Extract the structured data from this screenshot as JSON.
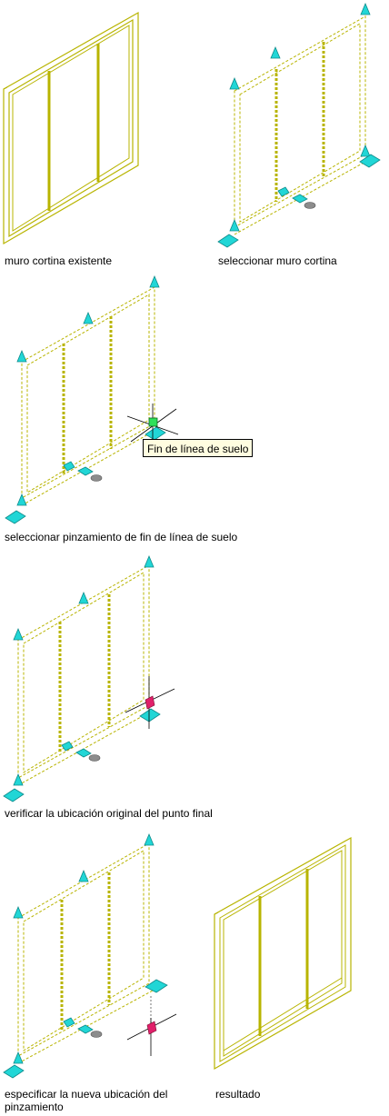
{
  "captions": {
    "existing": "muro cortina existente",
    "select_wall": "seleccionar muro cortina",
    "select_grip": "seleccionar pinzamiento de fin de línea de suelo",
    "verify": "verificar la ubicación original del punto final",
    "specify": "especificar la nueva ubicación del pinzamiento",
    "result": "resultado"
  },
  "tooltip": "Fin de línea de suelo",
  "colors": {
    "wall": "#b8b400",
    "grip": "#21d6d6",
    "grip_hot": "#e0206a",
    "tooltip_bg": "#fffde0"
  },
  "icons": [
    "grip-arrow-icon",
    "grip-square-icon",
    "crosshair-cursor-icon",
    "ellipse-grip-icon"
  ]
}
